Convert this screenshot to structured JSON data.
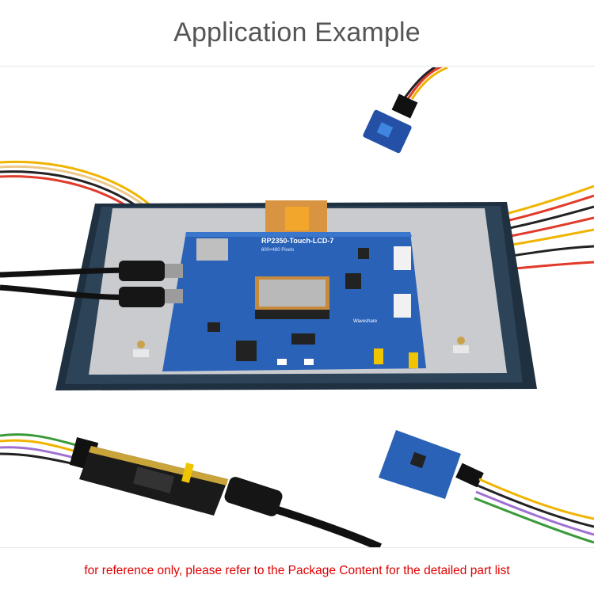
{
  "header": {
    "title": "Application Example"
  },
  "photo": {
    "board_label": "RP2350-Touch-LCD-7",
    "board_sublabel": "800×480 Pixels",
    "logo_text": "Waveshare"
  },
  "footer": {
    "note": "for reference only, please refer to the Package Content for the detailed part list"
  },
  "colors": {
    "title": "#555555",
    "note": "#e00000",
    "pcb_blue": "#2a62b8",
    "panel_dark": "#1f3040",
    "screen_grey": "#c9cbcf"
  }
}
